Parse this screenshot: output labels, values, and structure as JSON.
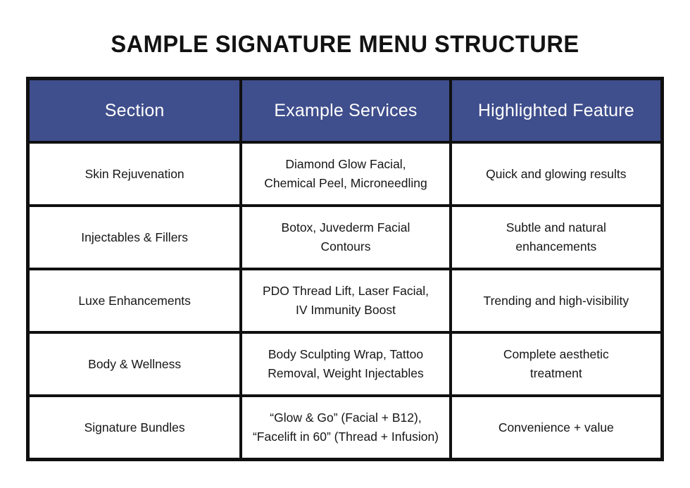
{
  "page": {
    "title": "Sample Signature Menu Structure"
  },
  "colors": {
    "header_bg": "#3F4E8C",
    "header_text": "#FFFFFF",
    "grid_border": "#101010",
    "cell_text": "#161616",
    "background": "#FFFFFF",
    "title_text": "#121212"
  },
  "table": {
    "columns": [
      "Section",
      "Example Services",
      "Highlighted Feature"
    ],
    "rows": [
      {
        "section": "Skin Rejuvenation",
        "services": "Diamond Glow Facial,\nChemical Peel, Microneedling",
        "feature": "Quick and glowing results"
      },
      {
        "section": "Injectables & Fillers",
        "services": "Botox, Juvederm Facial\nContours",
        "feature": "Subtle and natural\nenhancements"
      },
      {
        "section": "Luxe Enhancements",
        "services": "PDO Thread Lift, Laser Facial,\nIV Immunity Boost",
        "feature": "Trending and high-visibility"
      },
      {
        "section": "Body & Wellness",
        "services": "Body Sculpting Wrap, Tattoo\nRemoval, Weight Injectables",
        "feature": "Complete aesthetic\ntreatment"
      },
      {
        "section": "Signature Bundles",
        "services": "“Glow & Go” (Facial + B12),\n“Facelift in 60” (Thread + Infusion)",
        "feature": "Convenience + value"
      }
    ]
  }
}
